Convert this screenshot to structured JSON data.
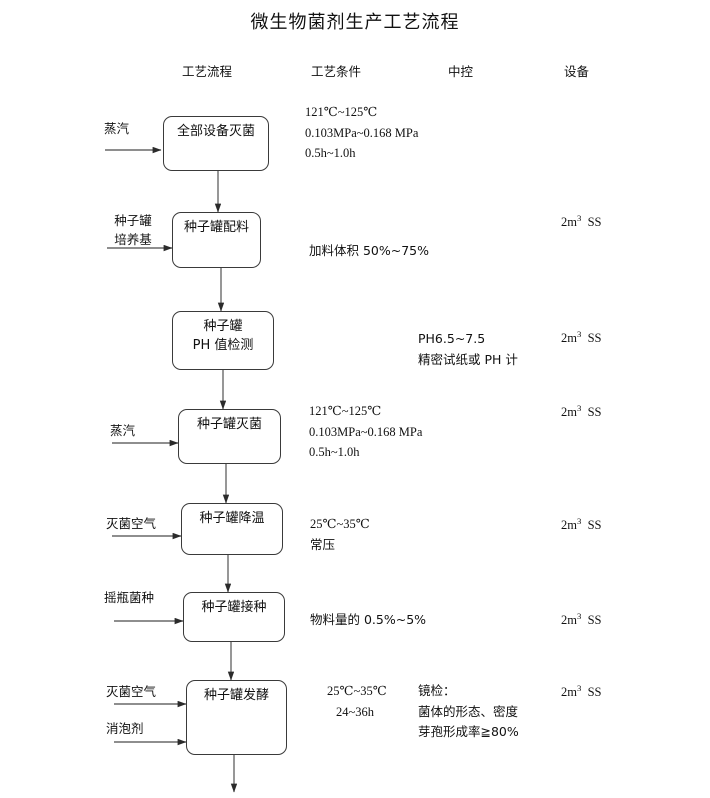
{
  "title": "微生物菌剂生产工艺流程",
  "columns": {
    "process": "工艺流程",
    "conditions": "工艺条件",
    "control": "中控",
    "equipment": "设备"
  },
  "steps": [
    {
      "id": "sterilize-all-equipment",
      "box_line1": "全部设备灭菌",
      "box_line2": "",
      "inputs": [
        {
          "label_line1": "蒸汽",
          "label_line2": ""
        }
      ],
      "conditions": [
        "121℃~125℃",
        "0.103MPa~0.168 MPa",
        "0.5h~1.0h"
      ],
      "control": [],
      "equipment": ""
    },
    {
      "id": "seed-tank-batching",
      "box_line1": "种子罐配料",
      "box_line2": "",
      "inputs": [
        {
          "label_line1": "种子罐",
          "label_line2": "培养基"
        }
      ],
      "conditions": [
        "加料体积 50%~75%"
      ],
      "control": [],
      "equipment": "2m3 SS"
    },
    {
      "id": "seed-tank-ph-test",
      "box_line1": "种子罐",
      "box_line2": "PH 值检测",
      "inputs": [],
      "conditions": [],
      "control": [
        "PH6.5~7.5",
        "精密试纸或 PH 计"
      ],
      "equipment": "2m3 SS"
    },
    {
      "id": "seed-tank-sterilize",
      "box_line1": "种子罐灭菌",
      "box_line2": "",
      "inputs": [
        {
          "label_line1": "蒸汽",
          "label_line2": ""
        }
      ],
      "conditions": [
        "121℃~125℃",
        "0.103MPa~0.168 MPa",
        "0.5h~1.0h"
      ],
      "control": [],
      "equipment": "2m3 SS"
    },
    {
      "id": "seed-tank-cooling",
      "box_line1": "种子罐降温",
      "box_line2": "",
      "inputs": [
        {
          "label_line1": "灭菌空气",
          "label_line2": ""
        }
      ],
      "conditions": [
        "25℃~35℃",
        "常压"
      ],
      "control": [],
      "equipment": "2m3 SS"
    },
    {
      "id": "seed-tank-inoculation",
      "box_line1": "种子罐接种",
      "box_line2": "",
      "inputs": [
        {
          "label_line1": "摇瓶菌种",
          "label_line2": ""
        }
      ],
      "conditions": [
        "物料量的 0.5%~5%"
      ],
      "control": [],
      "equipment": "2m3 SS"
    },
    {
      "id": "seed-tank-fermentation",
      "box_line1": "种子罐发酵",
      "box_line2": "",
      "inputs": [
        {
          "label_line1": "灭菌空气",
          "label_line2": ""
        },
        {
          "label_line1": "消泡剂",
          "label_line2": ""
        }
      ],
      "conditions": [
        "25℃~35℃",
        "24~36h"
      ],
      "control": [
        "镜检：",
        "菌体的形态、密度",
        "芽孢形成率≧80%"
      ],
      "equipment": "2m3 SS"
    }
  ],
  "colors": {
    "line": "#3a3a3a",
    "text": "#111111",
    "background": "#ffffff"
  }
}
